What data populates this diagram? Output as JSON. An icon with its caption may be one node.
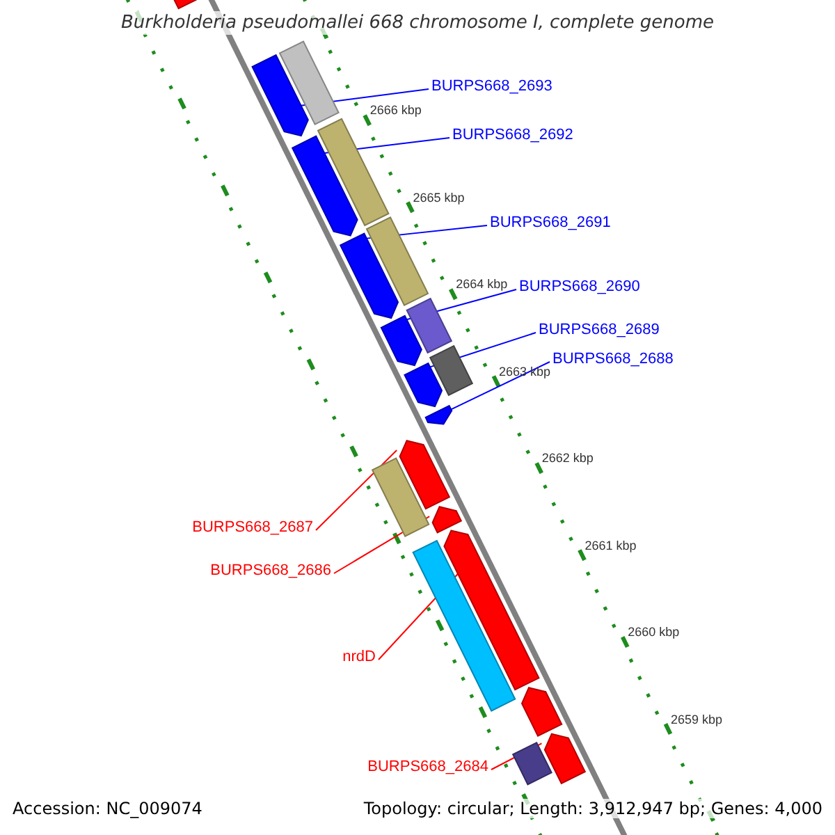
{
  "diagram": {
    "title": "Burkholderia pseudomallei 668 chromosome I, complete genome",
    "nodes": [
      {
        "text": [
          "BURPS668_2693"
        ]
      },
      {
        "text": [
          "BURPS668_2692"
        ]
      },
      {
        "text": [
          "BURPS668_2691"
        ]
      },
      {
        "text": [
          "BURPS668_2690"
        ]
      },
      {
        "text": [
          "BURPS668_2689"
        ]
      },
      {
        "text": [
          "BURPS668_2688"
        ]
      },
      {
        "text": [
          "BURPS668_2687"
        ]
      },
      {
        "text": [
          "BURPS668_2686"
        ]
      },
      {
        "text": [
          "nrdD"
        ]
      },
      {
        "text": [
          "BURPS668_2684"
        ]
      },
      {
        "text": [],
        "shape": "arrow"
      },
      {
        "text": [],
        "shape": "arrow"
      },
      {
        "text": [],
        "shape": "bar"
      },
      {
        "text": [],
        "shape": "arrow"
      },
      {
        "text": [],
        "shape": "bar"
      },
      {
        "text": [],
        "shape": "arrow"
      },
      {
        "text": [],
        "shape": "bar"
      },
      {
        "text": [],
        "shape": "arrow"
      },
      {
        "text": [],
        "shape": "bar"
      },
      {
        "text": [],
        "shape": "arrow"
      },
      {
        "text": [],
        "shape": "bar"
      },
      {
        "text": [],
        "shape": "arrow"
      },
      {
        "text": [],
        "shape": "bar"
      },
      {
        "text": [],
        "shape": "arrow"
      },
      {
        "text": [],
        "shape": "arrow"
      },
      {
        "text": [],
        "shape": "bar"
      },
      {
        "text": [],
        "shape": "arrow"
      },
      {
        "text": [],
        "shape": "arrow"
      },
      {
        "text": [],
        "shape": "bar"
      },
      {
        "text": [],
        "shape": "arrow"
      }
    ],
    "edges": [
      {
        "from": 0,
        "to": 11,
        "arrow": "none",
        "color": "#0000ff"
      },
      {
        "from": 1,
        "to": 13,
        "arrow": "none",
        "color": "#0000ff"
      },
      {
        "from": 2,
        "to": 15,
        "arrow": "none",
        "color": "#0000ff"
      },
      {
        "from": 3,
        "to": 17,
        "arrow": "none",
        "color": "#0000ff"
      },
      {
        "from": 4,
        "to": 19,
        "arrow": "none",
        "color": "#0000ff"
      },
      {
        "from": 5,
        "to": 21,
        "arrow": "none",
        "color": "#0000ff"
      },
      {
        "from": 6,
        "to": 23,
        "arrow": "none",
        "color": "#ff0000"
      },
      {
        "from": 7,
        "to": 24,
        "arrow": "none",
        "color": "#ff0000"
      },
      {
        "from": 8,
        "to": 26,
        "arrow": "none",
        "color": "#ff0000"
      },
      {
        "from": 9,
        "to": 29,
        "arrow": "none",
        "color": "#ff0000"
      }
    ],
    "labels": [
      "2666 kbp",
      "2665 kbp",
      "2664 kbp",
      "2663 kbp",
      "2662 kbp",
      "2661 kbp",
      "2660 kbp",
      "2659 kbp",
      "Accession: NC_009074",
      "Topology: circular; Length: 3,912,947 bp; Genes: 4,000"
    ]
  }
}
